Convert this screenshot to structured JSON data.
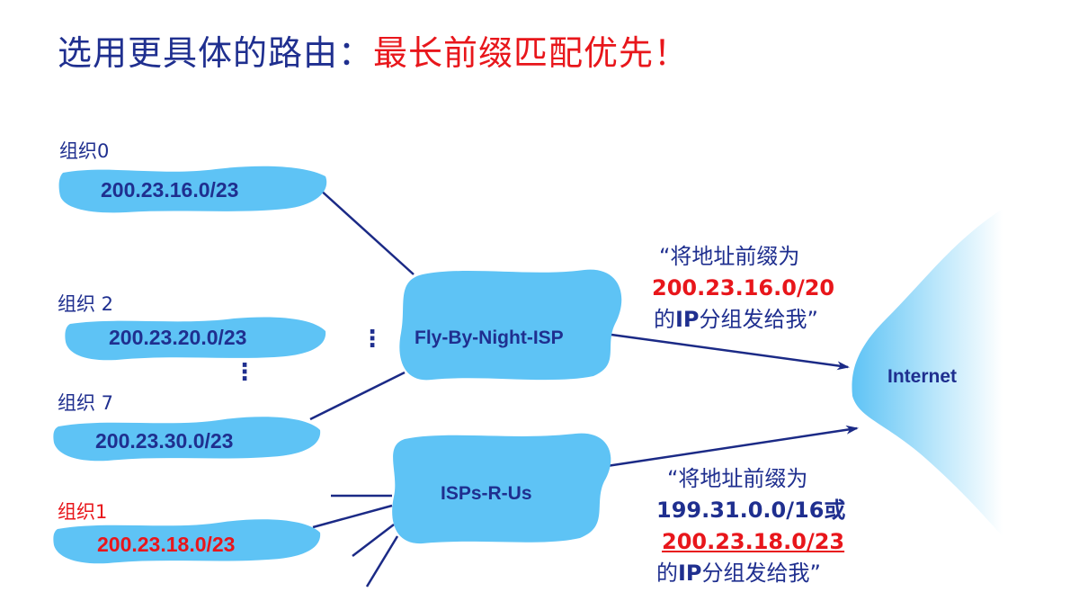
{
  "title": {
    "part1": "选用更具体的路由：",
    "part2": "最长前缀匹配优先！"
  },
  "organizations": [
    {
      "label": "组织0",
      "prefix": "200.23.16.0/23"
    },
    {
      "label": "组织 2",
      "prefix": "200.23.20.0/23"
    },
    {
      "label": "组织 7",
      "prefix": "200.23.30.0/23"
    },
    {
      "label": "组织1",
      "prefix": "200.23.18.0/23"
    }
  ],
  "isps": {
    "fly_by_night": "Fly-By-Night-ISP",
    "isps_r_us": "ISPs-R-Us",
    "internet": "Internet"
  },
  "ellipsis": "⋮",
  "advert1": {
    "line1": "“将地址前缀为",
    "line2": "200.23.16.0/20",
    "line3_a": "的",
    "line3_b": "IP",
    "line3_c": "分组发给我”"
  },
  "advert2": {
    "line1": "“将地址前缀为",
    "line2": "199.31.0.0/16或",
    "line3": "200.23.18.0/23",
    "line4_a": "的",
    "line4_b": "IP",
    "line4_c": "分组发给我”"
  },
  "colors": {
    "title_blue": "#1f2f8f",
    "accent_red": "#e8161b",
    "cloud_blue": "#5ec3f5",
    "line_navy": "#1b2a86"
  }
}
